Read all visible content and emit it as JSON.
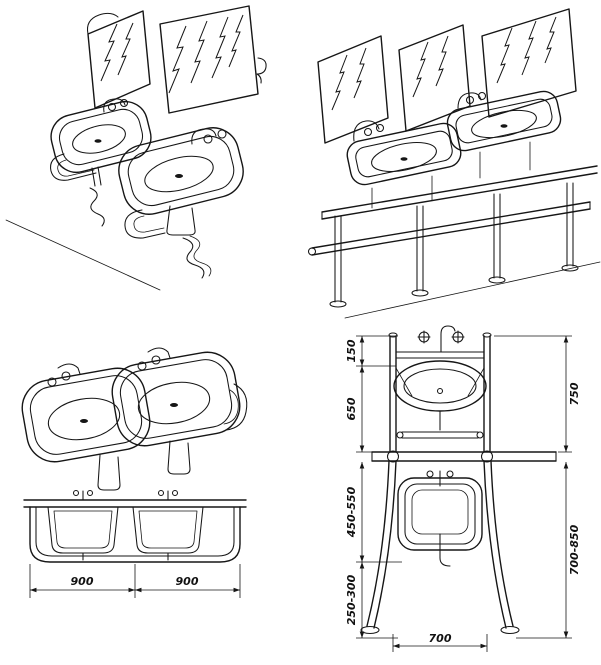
{
  "figure": {
    "kind": "technical line illustration",
    "subject": "wall washbasins with mirrors and tubular support frames"
  },
  "dimension_labels": {
    "double_basin_front": {
      "left_span": "900",
      "right_span": "900"
    },
    "single_basin_elevation": {
      "top_offset": "150",
      "mirror_to_rail": "650",
      "rail_to_basin_bottom": "450-550",
      "basin_bottom_to_floor": "250-300",
      "top_to_rail": "750",
      "rail_to_floor": "700-850",
      "stand_width": "700"
    }
  }
}
